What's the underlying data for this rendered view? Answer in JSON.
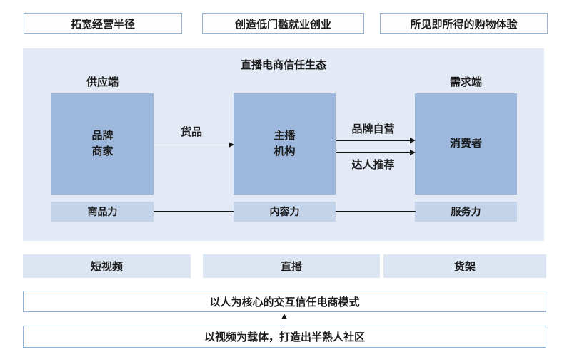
{
  "benefits": {
    "items": [
      {
        "label": "拓宽经营半径"
      },
      {
        "label": "创造低门槛就业创业"
      },
      {
        "label": "所见即所得的购物体验"
      }
    ]
  },
  "ecosystem": {
    "title": "直播电商信任生态",
    "supply_label": "供应端",
    "demand_label": "需求端",
    "entities": [
      {
        "name": "品牌商家",
        "lines": [
          "品牌",
          "商家"
        ]
      },
      {
        "name": "主播机构",
        "lines": [
          "主播",
          "机构"
        ]
      },
      {
        "name": "消费者",
        "lines": [
          "消费者"
        ]
      }
    ],
    "flows": [
      {
        "label": "货品"
      },
      {
        "label": "品牌自营"
      },
      {
        "label": "达人推荐"
      }
    ],
    "capabilities": [
      {
        "label": "商品力"
      },
      {
        "label": "内容力"
      },
      {
        "label": "服务力"
      }
    ]
  },
  "channels": {
    "items": [
      {
        "label": "短视频"
      },
      {
        "label": "直播"
      },
      {
        "label": "货架"
      }
    ]
  },
  "model_box": {
    "label": "以人为核心的交互信任电商模式"
  },
  "community_box": {
    "label": "以视频为载体，打造出半熟人社区"
  },
  "colors": {
    "panel_bg": "#e3e9f5",
    "entity_box": "#9db8dc",
    "capability_box": "#c3d4ea",
    "channel_box": "#dce6f3",
    "box_border": "#95b3d7",
    "wide_box_border": "#8fb0d8",
    "arrow": "#141414"
  }
}
